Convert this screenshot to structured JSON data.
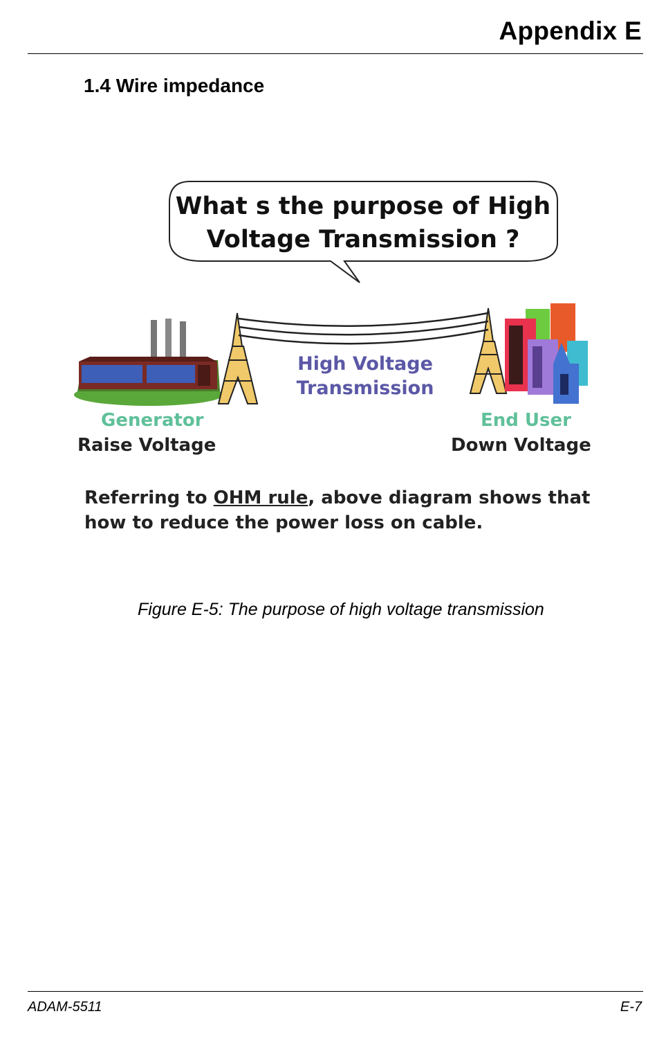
{
  "header": {
    "title": "Appendix E"
  },
  "section": {
    "heading": "1.4 Wire impedance"
  },
  "figure": {
    "bubble_line1": "What s the purpose of High",
    "bubble_line2": "Voltage Transmission ?",
    "transmission_line1": "High Voltage",
    "transmission_line2": "Transmission",
    "generator_label": "Generator",
    "generator_sub": "Raise Voltage",
    "end_user_label": "End User",
    "end_user_sub": "Down Voltage",
    "note_prefix": "Referring to ",
    "note_link": "OHM rule",
    "note_suffix": ", above diagram shows that how to reduce the power loss on cable.",
    "colors": {
      "green": "#5fc09a",
      "purple": "#5b58a6"
    }
  },
  "caption": "Figure E-5: The purpose of high voltage transmission",
  "footer": {
    "left": "ADAM-5511",
    "right": "E-7"
  }
}
